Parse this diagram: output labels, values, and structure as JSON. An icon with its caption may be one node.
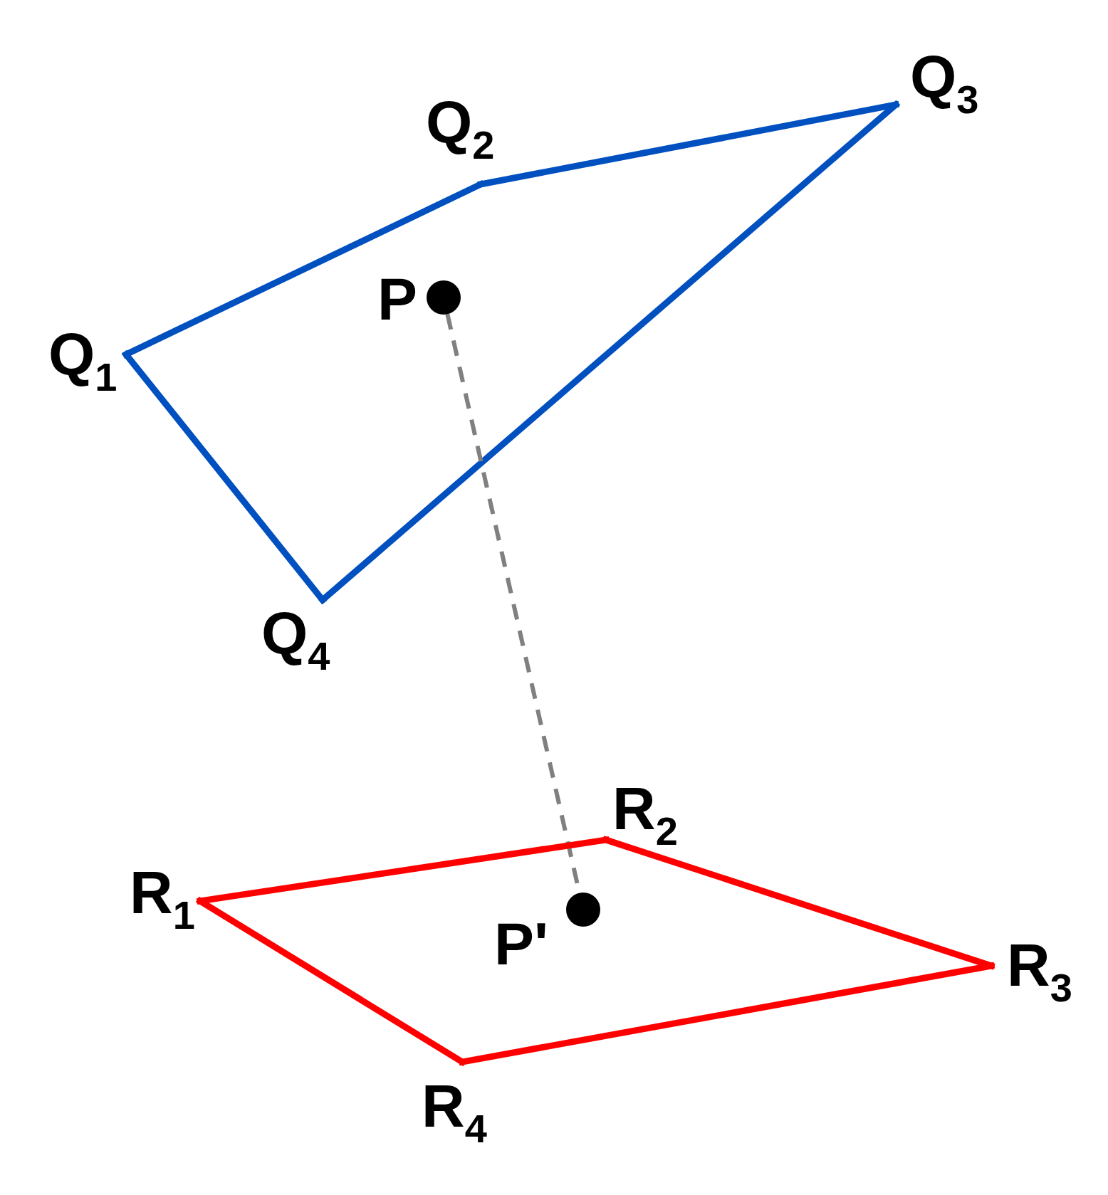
{
  "diagram": {
    "nodes": [
      {
        "text": [
          "Q$_{1}$"
        ]
      },
      {
        "text": [
          "Q$_{2}$"
        ]
      },
      {
        "text": [
          "Q$_{3}$"
        ]
      },
      {
        "text": [
          "Q$_{4}$"
        ]
      },
      {
        "text": [],
        "shape": "circle",
        "beside": [
          "P"
        ]
      },
      {
        "text": [],
        "shape": "circle",
        "beside": [
          "P'"
        ]
      },
      {
        "text": [
          "R$_{1}$"
        ]
      },
      {
        "text": [
          "R$_{2}$"
        ]
      },
      {
        "text": [
          "R$_{3}$"
        ]
      },
      {
        "text": [
          "R$_{4}$"
        ]
      }
    ],
    "edges": [
      {
        "from": 0,
        "to": 1,
        "arrow": "none",
        "color": "#0050c0"
      },
      {
        "from": 1,
        "to": 2,
        "arrow": "none",
        "color": "#0050c0"
      },
      {
        "from": 2,
        "to": 3,
        "arrow": "none",
        "color": "#0050c0"
      },
      {
        "from": 3,
        "to": 0,
        "arrow": "none",
        "color": "#0050c0"
      },
      {
        "from": 4,
        "to": 5,
        "arrow": "none",
        "style": "dashed",
        "color": "#808080"
      },
      {
        "from": 6,
        "to": 7,
        "arrow": "none",
        "color": "#ff0000"
      },
      {
        "from": 7,
        "to": 8,
        "arrow": "none",
        "color": "#ff0000"
      },
      {
        "from": 8,
        "to": 9,
        "arrow": "none",
        "color": "#ff0000"
      },
      {
        "from": 9,
        "to": 6,
        "arrow": "none",
        "color": "#ff0000"
      }
    ]
  }
}
